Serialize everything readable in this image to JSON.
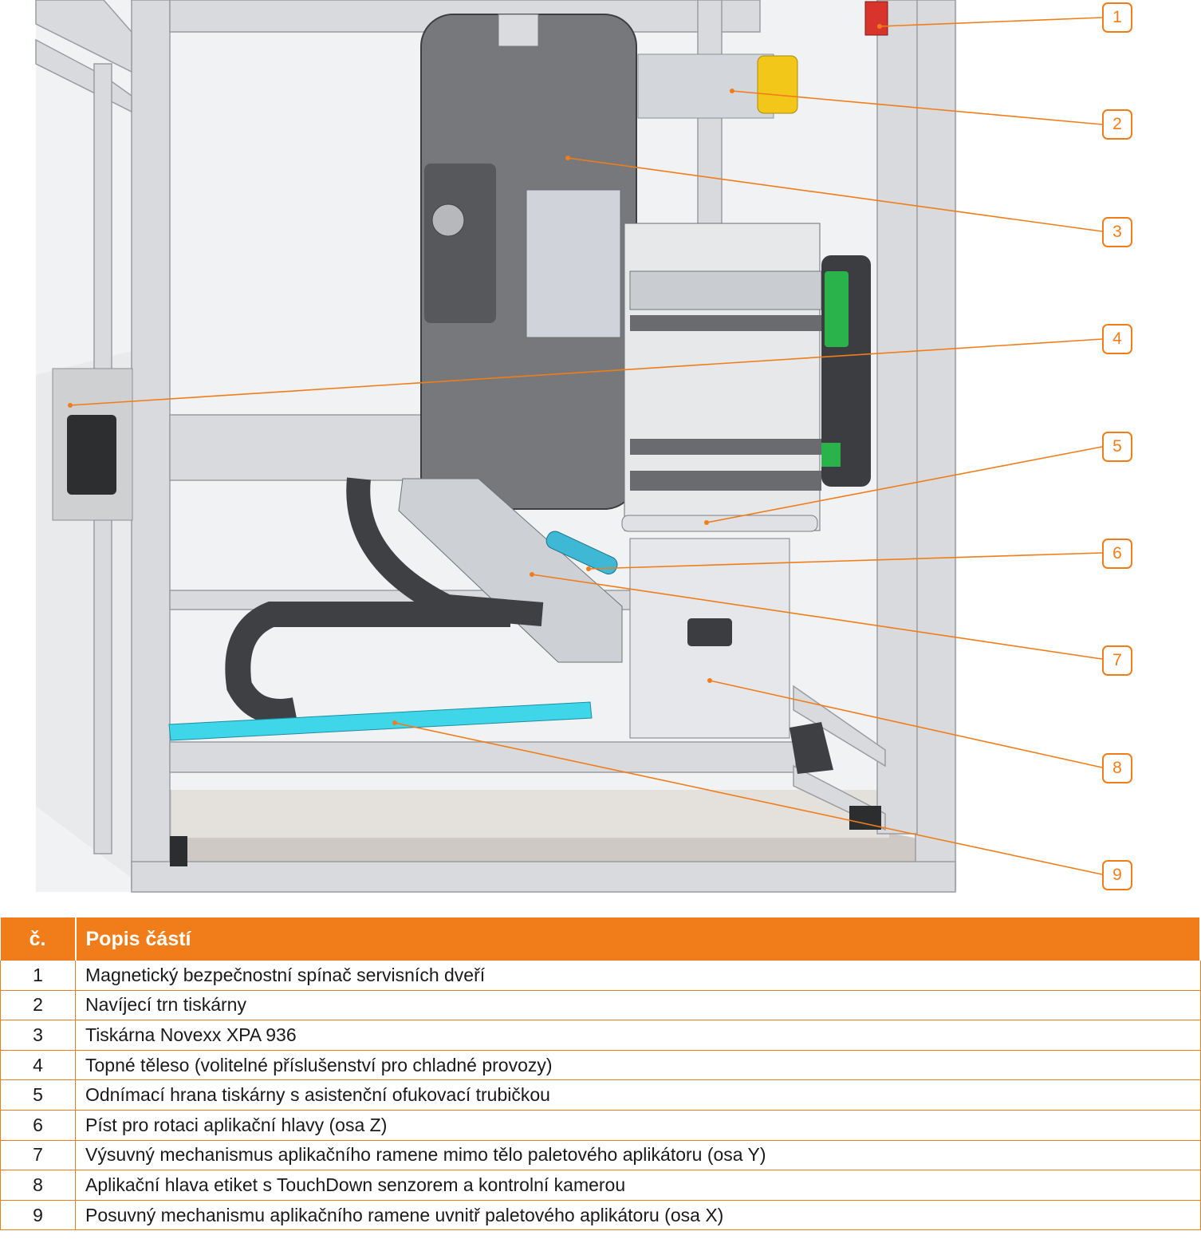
{
  "colors": {
    "accent": "#f07d1a",
    "frame": "#d6d8dc",
    "printer_body": "#77787b",
    "cable_chain": "#3f4043",
    "cyan_rail": "#3fd6ea",
    "green_part": "#29b34a",
    "yellow_part": "#f2c71a",
    "red_switch": "#d9342b"
  },
  "callouts": [
    "1",
    "2",
    "3",
    "4",
    "5",
    "6",
    "7",
    "8",
    "9"
  ],
  "table": {
    "header": {
      "num": "č.",
      "desc": "Popis částí"
    },
    "rows": [
      {
        "num": "1",
        "desc": "Magnetický bezpečnostní spínač servisních dveří"
      },
      {
        "num": "2",
        "desc": "Navíjecí trn tiskárny"
      },
      {
        "num": "3",
        "desc": "Tiskárna Novexx XPA 936"
      },
      {
        "num": "4",
        "desc": "Topné těleso (volitelné příslušenství pro chladné provozy)"
      },
      {
        "num": "5",
        "desc": "Odnímací hrana tiskárny s asistenční ofukovací trubičkou"
      },
      {
        "num": "6",
        "desc": "Píst pro rotaci aplikační hlavy (osa Z)"
      },
      {
        "num": "7",
        "desc": "Výsuvný mechanismus aplikačního ramene mimo tělo paletového aplikátoru (osa Y)"
      },
      {
        "num": "8",
        "desc": "Aplikační hlava etiket s TouchDown senzorem a kontrolní kamerou"
      },
      {
        "num": "9",
        "desc": "Posuvný mechanismu aplikačního ramene uvnitř paletového aplikátoru (osa X)"
      }
    ]
  }
}
